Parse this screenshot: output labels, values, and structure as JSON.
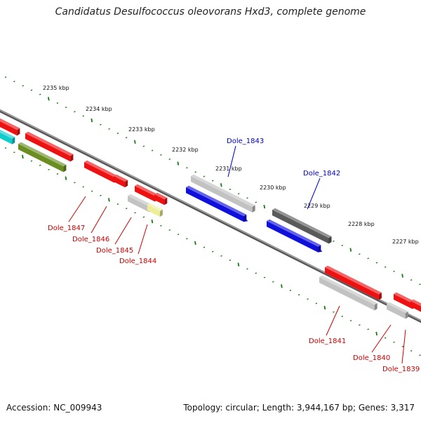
{
  "title": "Candidatus Desulfococcus oleovorans Hxd3, complete genome",
  "footer": {
    "accession": "Accession: NC_009943",
    "summary": "Topology: circular; Length: 3,944,167 bp; Genes: 3,317"
  },
  "colors": {
    "tick": "#1a7a1a",
    "backbone": "#8a8a8a",
    "red": "#ee1111",
    "blue": "#1010dd",
    "lightgray": "#c2c2c2",
    "darkgray": "#5a5a5a",
    "olive": "#6b8e23",
    "cyan": "#11cccc",
    "yellow": "#eeee99",
    "label_red": "#cc0000",
    "label_blue": "#0000cc"
  },
  "scale_labels": [
    "2235 kbp",
    "2234 kbp",
    "2233 kbp",
    "2232 kbp",
    "2231 kbp",
    "2230 kbp",
    "2229 kbp",
    "2228 kbp",
    "2227 kbp"
  ],
  "gene_labels": [
    {
      "name": "Dole_1843",
      "color": "blue"
    },
    {
      "name": "Dole_1842",
      "color": "blue"
    },
    {
      "name": "Dole_1847",
      "color": "red"
    },
    {
      "name": "Dole_1846",
      "color": "red"
    },
    {
      "name": "Dole_1845",
      "color": "red"
    },
    {
      "name": "Dole_1844",
      "color": "red"
    },
    {
      "name": "Dole_1841",
      "color": "red"
    },
    {
      "name": "Dole_1840",
      "color": "red"
    },
    {
      "name": "Dole_1839",
      "color": "red"
    }
  ]
}
